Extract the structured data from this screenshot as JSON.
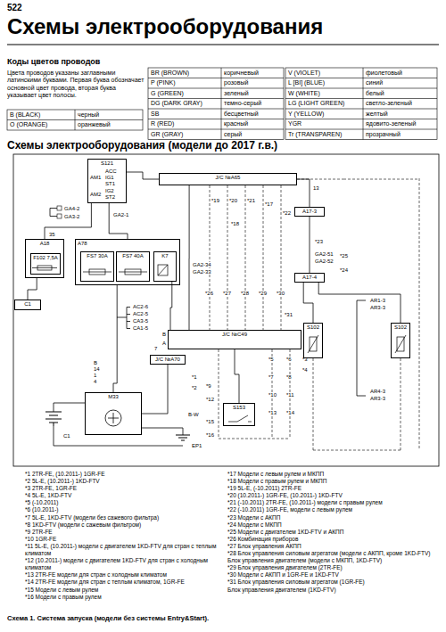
{
  "diagram": {
    "title": "Схемы электрооборудования",
    "caption": "Схема 1. Система запуска (модели без системы Entry&Start).",
    "nodes": [
      {
        "text": [
          "S121"
        ]
      },
      {
        "text": [
          "J/C №A65"
        ]
      },
      {
        "text": [
          "A18"
        ]
      },
      {
        "text": [
          "F102 7,5A"
        ],
        "in": 2
      },
      {
        "text": [
          "A78"
        ]
      },
      {
        "text": [
          "FS7 30A"
        ],
        "in": 4
      },
      {
        "text": [
          "FS7 40A"
        ],
        "in": 4
      },
      {
        "text": [
          "K7"
        ],
        "in": 4
      },
      {
        "text": [
          "A17-3"
        ]
      },
      {
        "text": [
          "A17-4"
        ]
      },
      {
        "text": [
          "S102"
        ]
      },
      {
        "text": [
          "S102"
        ]
      },
      {
        "text": [
          "J/C №C49"
        ]
      },
      {
        "text": [
          "J/C №A70"
        ]
      },
      {
        "text": [
          "S153"
        ]
      },
      {
        "text": [
          "M33"
        ]
      },
      {
        "text": [
          "C1"
        ]
      }
    ],
    "edges": [
      {
        "from": 0,
        "to": 1,
        "arrow": "none"
      },
      {
        "from": 0,
        "to": 2,
        "arrow": "none"
      },
      {
        "from": 0,
        "to": 4,
        "arrow": "none"
      },
      {
        "from": 1,
        "to": 8,
        "arrow": "none"
      },
      {
        "from": 8,
        "to": 9,
        "arrow": "none"
      },
      {
        "from": 9,
        "to": 10,
        "arrow": "none"
      },
      {
        "from": 9,
        "to": 11,
        "arrow": "none"
      },
      {
        "from": 1,
        "to": 12,
        "arrow": "none"
      },
      {
        "from": 12,
        "to": 14,
        "arrow": "none"
      },
      {
        "from": 4,
        "to": 15,
        "arrow": "none"
      },
      {
        "from": 13,
        "to": 15,
        "arrow": "none"
      },
      {
        "from": 2,
        "to": 16,
        "arrow": "none"
      },
      {
        "from": 7,
        "to": 12,
        "arrow": "none"
      }
    ],
    "labels": [
      "522",
      "Коды цветов проводов",
      "Цвета проводов указаны заглавными латинскими буквами. Первая буква обозначает основной цвет провода, вторая буква указывает цвет полосы.",
      "B (BLACK)",
      "черный",
      "O (ORANGE)",
      "оранжевый",
      "BR (BROWN)",
      "коричневый",
      "P (PINK)",
      "розовый",
      "G (GREEN)",
      "зеленый",
      "DG (DARK GRAY)",
      "темно-серый",
      "SB",
      "бесцветный",
      "R (RED)",
      "красный",
      "GR (GRAY)",
      "серый",
      "V (VIOLET)",
      "фиолетовый",
      "L [BI] (BLUE)",
      "синий",
      "W (WHITE)",
      "белый",
      "LG (LIGHT GREEN)",
      "светло-зеленый",
      "Y (YELLOW)",
      "желтый",
      "YGR",
      "ядовито-зеленый",
      "Tr (TRANSPAREN)",
      "прозрачный",
      "Схемы электрооборудования (модели до 2017 г.в.)",
      "ACC",
      "IG1",
      "ST1",
      "AM1",
      "IG2",
      "ST2",
      "AM2",
      "GA4-2",
      "GA3-2",
      "GA2-1",
      "35",
      "GA2-34",
      "GA2-33",
      "AC2-6",
      "AC2-5",
      "CA3-5",
      "CA1-5",
      "B",
      "14",
      "1",
      "4",
      "7",
      "B-W",
      "EP1",
      "C1",
      "B",
      "A",
      "13",
      "*17",
      "*18",
      "*23",
      "GA2-51",
      "GA2-52",
      "AR1-3",
      "AR3-3",
      "AR4-3",
      "AR3-3",
      "*26",
      "*27",
      "*28",
      "*29",
      "*30",
      "*31",
      "*1",
      "*2",
      "*3",
      "*4",
      "*5",
      "*6",
      "*7",
      "*8",
      "*9",
      "*10",
      "*11",
      "*12",
      "*13",
      "*14",
      "*15",
      "*16",
      "*19",
      "*20",
      "*21",
      "*22",
      "*24",
      "*25",
      "*1 2TR-FE, (10.2011-) 1GR-FE",
      "*2 5L-E, (10.2011-) 1KD-FTV",
      "*3 2TR-FE, 1GR-FE",
      "*4 5L-E, 1KD-FTV",
      "*5 (-10.2011)",
      "*6 (10.2011-)",
      "*7 5L-E, 1KD-FTV (модели без сажевого фильтра)",
      "*8 1KD-FTV (модели с сажевым фильтром)",
      "*9 2TR-FE",
      "*10 1GR-FE",
      "*11 5L-E, (10.2011-) модели с двигателем 1KD-FTV для стран с теплым климатом",
      "*12 (10.2011-) модели с двигателем 1KD-FTV для стран с холодным климатом",
      "*13 2TR-FE модели для стран с холодным климатом",
      "*14 2TR-FE модели для стран с теплым климатом, 1GR-FE",
      "*15 Модели с левым рулем",
      "*16 Модели с правым рулем",
      "*17 Модели с левым рулем и МКПП",
      "*18 Модели с правым рулем и МКПП",
      "*19 5L-E, (-10.2011) 2TR-FE",
      "*20 (10.2011-) 1GR-FE, (10.2011-) 1KD-FTV",
      "*21 (-10.2011) 2TR-FE, (10.2011-) модели с правым рулем",
      "*22 (-10.2011) 1GR-FE, модели с левым рулем",
      "*23 Модели с АКПП",
      "*24 Модели с МКПП",
      "*25 Модели с двигателем 1KD-FTV и АКПП",
      "*26 Комбинация приборов",
      "*27 Блок управления АКПП",
      "*28 Блок управления силовым агрегатом (модели с АКПП, кроме 1KD-FTV)",
      "Блок управления двигателем (модели с МКПП, 1KD-FTV)",
      "*29 Блок управления двигателем (2TR-FE)",
      "*30 Модели с АКПП и 1GR-FE и 1KD-FTV",
      "*31 Блок управления силовым агрегатом (1GR-FE)",
      "Блок управления двигателем (1KD-FTV)"
    ]
  }
}
